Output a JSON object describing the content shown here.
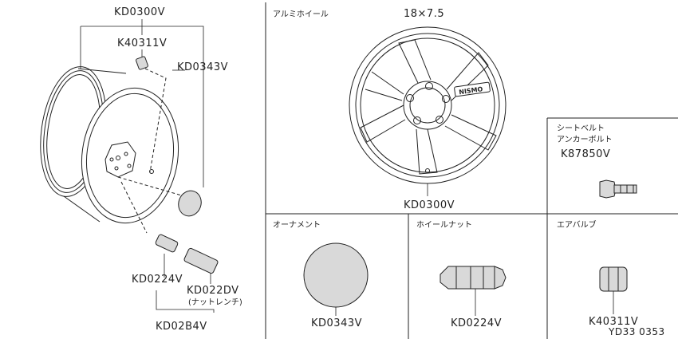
{
  "left_group": {
    "kd0300v": "KD0300V",
    "k40311v": "K40311V",
    "kd0343v": "KD0343V",
    "kd0224v": "KD0224V",
    "kd022dv": "KD022DV",
    "nut_wrench": "(ナットレンチ)",
    "kd02b4v": "KD02B4V"
  },
  "alloy_wheel": {
    "title": "アルミホイール",
    "size": "18×7.5",
    "brand": "NISMO",
    "part": "KD0300V"
  },
  "seatbelt_anchor_bolt": {
    "title_line1": "シートベルト",
    "title_line2": "アンカーボルト",
    "part": "K87850V"
  },
  "ornament": {
    "title": "オーナメント",
    "part": "KD0343V"
  },
  "wheel_nut": {
    "title": "ホイールナット",
    "part": "KD0224V"
  },
  "air_valve": {
    "title": "エアバルブ",
    "part": "K40311V"
  },
  "diagram_id": "YD33 0353"
}
